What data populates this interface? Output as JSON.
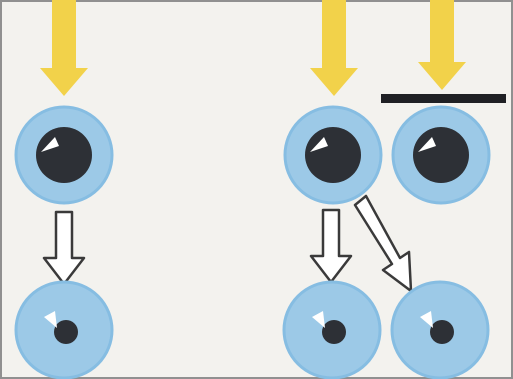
{
  "diagram": {
    "colors": {
      "light_arrow": "#f2d24a",
      "eye_blue": "#9cc9e7",
      "eye_ring": "#6eaed8",
      "pupil": "#2d3036",
      "highlight": "#ffffff",
      "blocking_bar": "#1f2024",
      "outline_arrow": "#3a3a3a",
      "border": "#909090"
    },
    "panels": [
      {
        "id": "left",
        "light": "on",
        "blocked": false,
        "pupil_before": "large",
        "pupil_after": "small"
      },
      {
        "id": "right-pair",
        "light": "on",
        "blocked_eye": "right",
        "pupil_before": "large",
        "pupil_after_both": "small",
        "arrows": [
          "down",
          "diagonal"
        ]
      }
    ]
  }
}
